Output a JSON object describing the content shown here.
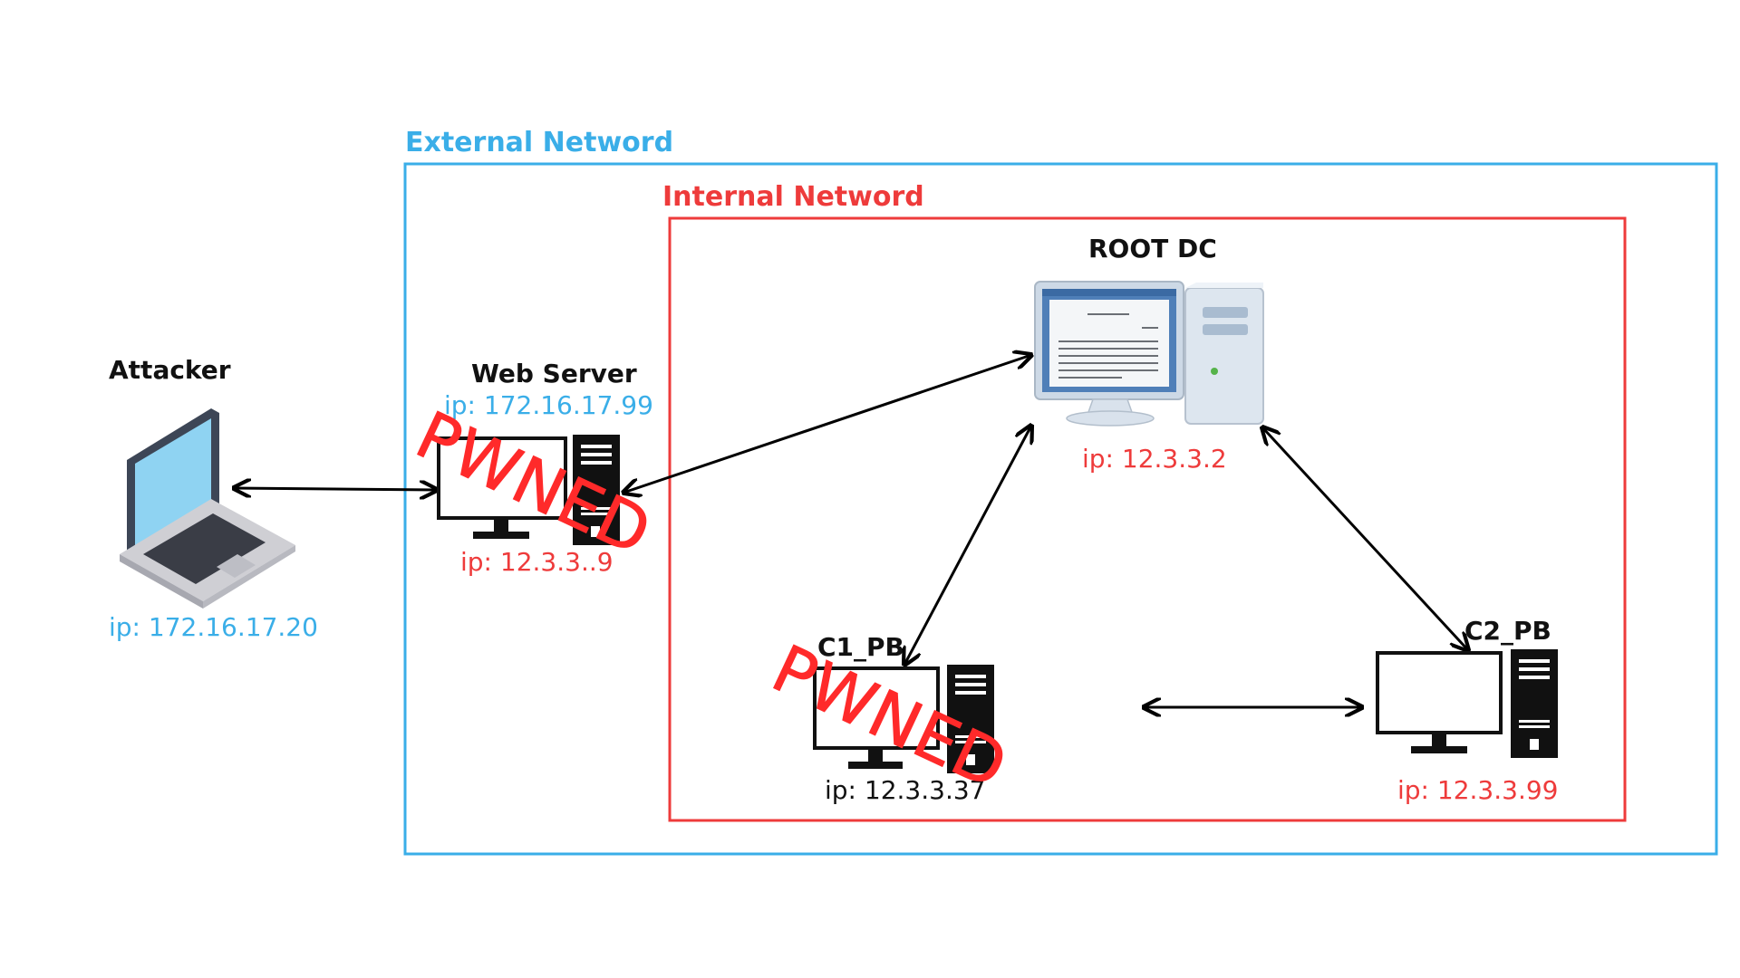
{
  "networks": {
    "external": {
      "label": "External Netword",
      "color": "#3aaee8"
    },
    "internal": {
      "label": "Internal Netword",
      "color": "#ee3b3b"
    }
  },
  "nodes": {
    "attacker": {
      "name": "Attacker",
      "ip": "ip: 172.16.17.20",
      "icon": "laptop-icon"
    },
    "web_server": {
      "name": "Web Server",
      "ip_external": "ip: 172.16.17.99",
      "ip_internal": "ip: 12.3.3..9",
      "status": "PWNED",
      "icon": "desktop-computer-icon"
    },
    "root_dc": {
      "name": "ROOT DC",
      "ip": "ip: 12.3.3.2",
      "icon": "server-computer-icon"
    },
    "c1_pb": {
      "name": "C1_PB",
      "ip": "ip: 12.3.3.37",
      "status": "PWNED",
      "icon": "desktop-computer-icon"
    },
    "c2_pb": {
      "name": "C2_PB",
      "ip": "ip: 12.3.3.99",
      "icon": "desktop-computer-icon"
    }
  },
  "connections": [
    {
      "from": "attacker",
      "to": "web_server",
      "bidirectional": true
    },
    {
      "from": "web_server",
      "to": "root_dc",
      "bidirectional": true
    },
    {
      "from": "root_dc",
      "to": "c1_pb",
      "bidirectional": true
    },
    {
      "from": "root_dc",
      "to": "c2_pb",
      "bidirectional": true
    },
    {
      "from": "c1_pb",
      "to": "c2_pb",
      "bidirectional": true
    }
  ],
  "colors": {
    "ip_blue": "#3aaee8",
    "ip_red": "#ee3b3b",
    "ip_black": "#111111",
    "pwned": "#ff2a2a"
  }
}
